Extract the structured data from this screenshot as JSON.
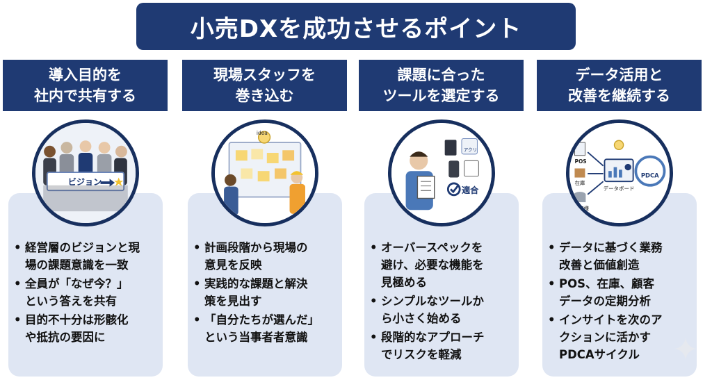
{
  "title": "小売DXを成功させるポイント",
  "colors": {
    "navy": "#1f3a73",
    "card": "#dfe6f3"
  },
  "columns": [
    {
      "heading": [
        "導入目的を",
        "社内で共有する"
      ],
      "illustration_label": "ビジョン",
      "bullets": [
        [
          "経営層のビジョンと現",
          "場の課題意識を一致"
        ],
        [
          "全員が「なぜ今？」",
          "という答えを共有"
        ],
        [
          "目的不十分は形骸化",
          "や抵抗の要因に"
        ]
      ]
    },
    {
      "heading": [
        "現場スタッフを",
        "巻き込む"
      ],
      "illustration_label": "idea",
      "bullets": [
        [
          "計画段階から現場の",
          "意見を反映"
        ],
        [
          "実践的な課題と解決",
          "策を見出す"
        ],
        [
          "「自分たちが選んだ」",
          "という当事者者意識"
        ]
      ]
    },
    {
      "heading": [
        "課題に合った",
        "ツールを選定する"
      ],
      "illustration_labels": {
        "app": "アクリ",
        "fit": "適合"
      },
      "bullets": [
        [
          "オーバースペックを",
          "避け、必要な機能を",
          "見極める"
        ],
        [
          "シンプルなツールか",
          "ら小さく始める"
        ],
        [
          "段階的なアプローチ",
          "でリスクを軽減"
        ]
      ]
    },
    {
      "heading": [
        "データ活用と",
        "改善を継続する"
      ],
      "illustration_labels": {
        "pos": "POS",
        "inventory": "在庫",
        "customer": "お客様",
        "dashboard": "データボード",
        "pdca": "PDCA"
      },
      "bullets": [
        [
          "データに基づく業務",
          "改善と価値創造"
        ],
        [
          "POS、在庫、顧客",
          "データの定期分析"
        ],
        [
          "インサイトを次のア",
          "クションに活かす",
          "PDCAサイクル"
        ]
      ]
    }
  ]
}
